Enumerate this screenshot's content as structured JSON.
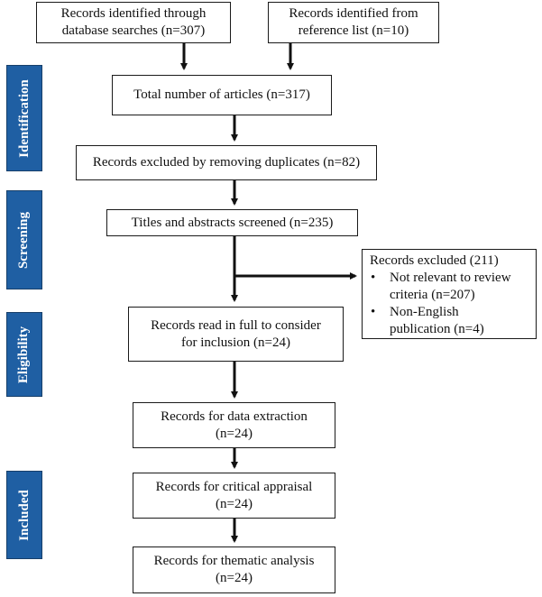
{
  "stages": {
    "identification": "Identification",
    "screening": "Screening",
    "eligibility": "Eligibility",
    "included": "Included"
  },
  "boxes": {
    "database_searches": {
      "line1": "Records identified through",
      "line2": "database searches (n=307)"
    },
    "reference_list": {
      "line1": "Records identified from",
      "line2": "reference list (n=10)"
    },
    "total_articles": {
      "line1": "Total number of articles (n=317)"
    },
    "duplicates_removed": {
      "line1": "Records excluded by removing duplicates (n=82)"
    },
    "titles_abstracts": {
      "line1": "Titles and abstracts screened (n=235)"
    },
    "read_in_full": {
      "line1": "Records read in full to consider",
      "line2": "for inclusion (n=24)"
    },
    "data_extraction": {
      "line1": "Records for data extraction",
      "line2": "(n=24)"
    },
    "critical_appraisal": {
      "line1": "Records for critical appraisal",
      "line2": "(n=24)"
    },
    "thematic_analysis": {
      "line1": "Records for thematic analysis",
      "line2": "(n=24)"
    }
  },
  "excluded": {
    "heading": "Records excluded (211)",
    "bullet": "•",
    "items": [
      {
        "line1": "Not relevant to review",
        "line2": "criteria (n=207)"
      },
      {
        "line1": "Non-English",
        "line2": "publication (n=4)"
      }
    ]
  },
  "colors": {
    "stage_fill": "#1f5fa3",
    "stage_text": "#ffffff",
    "box_border": "#1a1a1a"
  }
}
